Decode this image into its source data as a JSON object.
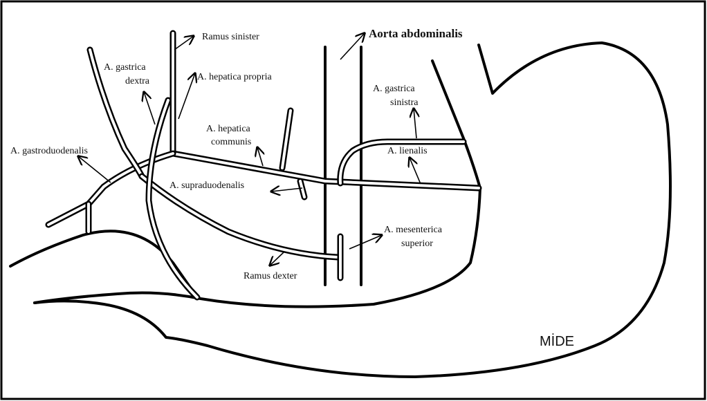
{
  "labels": {
    "aorta": "Aorta abdominalis",
    "ramus_sinister": "Ramus sinister",
    "gastrica_dextra_1": "A. gastrica",
    "gastrica_dextra_2": "dextra",
    "hepatica_propria": "A. hepatica propria",
    "gastrica_sinistra_1": "A. gastrica",
    "gastrica_sinistra_2": "sinistra",
    "hepatica_communis_1": "A. hepatica",
    "hepatica_communis_2": "communis",
    "gastroduodenalis": "A. gastroduodenalis",
    "lienalis": "A. lienalis",
    "supraduodenalis": "A. supraduodenalis",
    "mesenterica_1": "A. mesenterica",
    "mesenterica_2": "superior",
    "ramus_dexter": "Ramus dexter",
    "mide": "MİDE"
  },
  "colors": {
    "ink": "#000000",
    "background": "#ffffff"
  }
}
